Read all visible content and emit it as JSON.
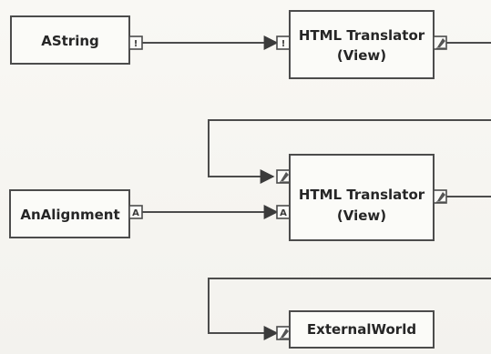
{
  "diagram": {
    "nodes": {
      "astring": {
        "label": "AString",
        "output_port": "!"
      },
      "html_translator_1": {
        "line1": "HTML Translator",
        "line2": "(View)",
        "input_port": "!",
        "output_port_icon": "quill-icon"
      },
      "analignment": {
        "label": "AnAlignment",
        "output_port": "A"
      },
      "html_translator_2": {
        "line1": "HTML Translator",
        "line2": "(View)",
        "input_port_top_icon": "quill-icon",
        "input_port_bottom": "A",
        "output_port_icon": "quill-icon"
      },
      "externalworld": {
        "label": "ExternalWorld",
        "input_port_icon": "quill-icon"
      }
    }
  }
}
